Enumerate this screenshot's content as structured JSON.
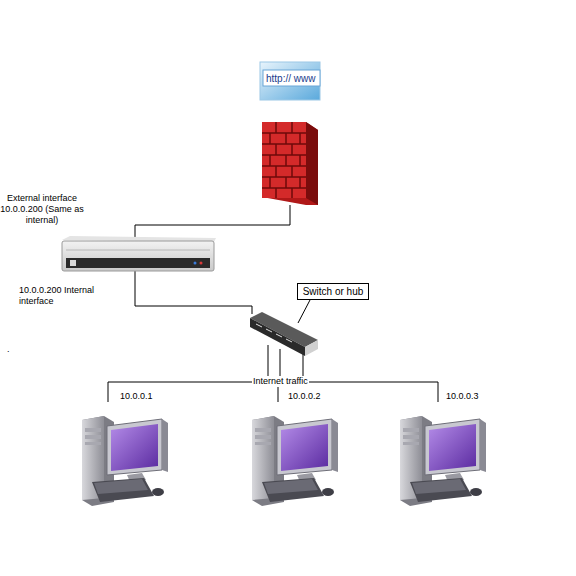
{
  "diagram": {
    "nodes": [
      {
        "text": [
          "Switch or hub"
        ]
      }
    ],
    "labels": [
      "http:// www",
      "External interface 10.0.0.200 (Same as internal)",
      "10.0.0.200 Internal interface",
      "Internet traffic",
      "10.0.0.1",
      "10.0.0.2",
      "10.0.0.3",
      "."
    ]
  }
}
